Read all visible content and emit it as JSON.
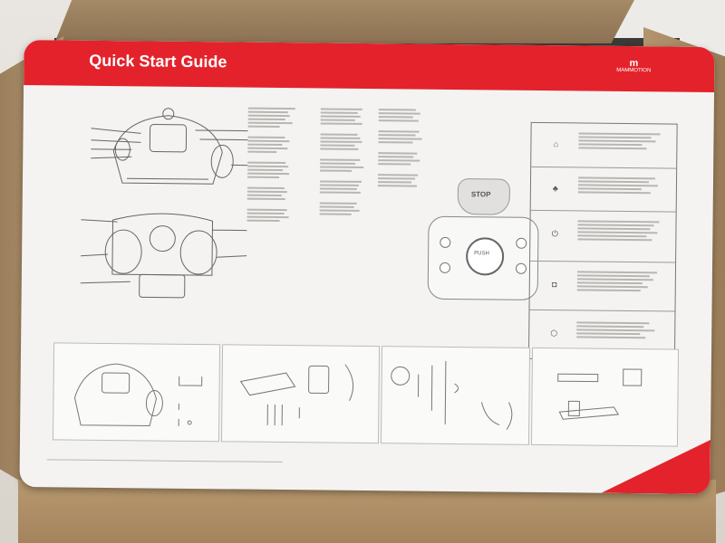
{
  "banner": {
    "title": "Quick Start Guide",
    "brand": "MAMMOTION"
  },
  "keypad": {
    "stop_label": "STOP",
    "knob_label": "PUSH"
  }
}
